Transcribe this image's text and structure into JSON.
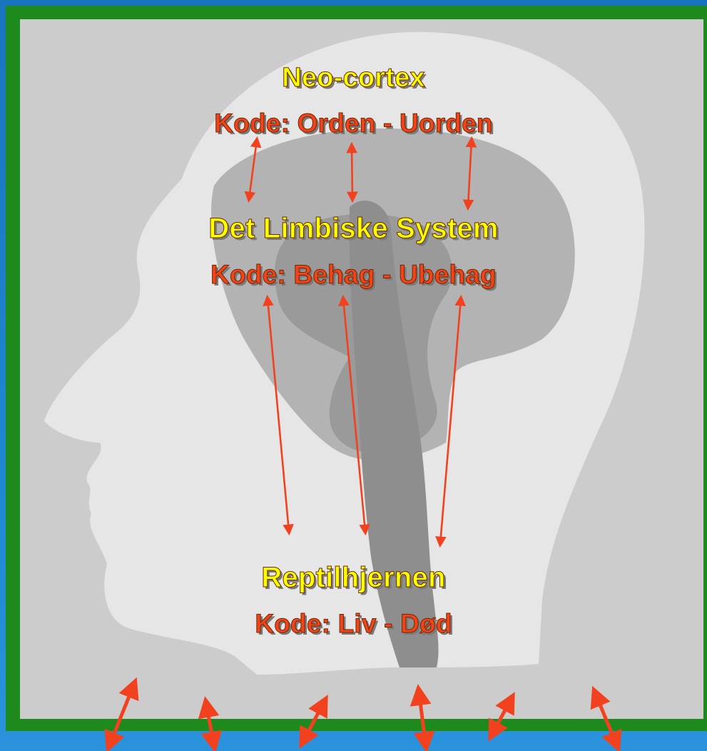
{
  "neocortex": {
    "title": "Neo-cortex",
    "code": "Kode: Orden - Uorden"
  },
  "limbic": {
    "title": "Det Limbiske System",
    "code": "Kode: Behag - Ubehag"
  },
  "reptile": {
    "title": "Reptilhjernen",
    "code": "Kode: Liv - Død"
  },
  "colors": {
    "background_blue": "#1b7cc4",
    "frame_green": "#1e8a1e",
    "panel_gray": "#cccccc",
    "title_yellow": "#ffff00",
    "code_red": "#f4421a",
    "arrow_red": "#f2411e"
  }
}
